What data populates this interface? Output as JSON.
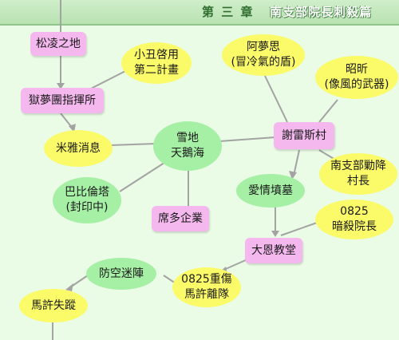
{
  "header": {
    "chapter": "第 三 章",
    "book_title": "南支部院長刺殺篇"
  },
  "nodes": {
    "songling": "松凌之地",
    "chou": [
      "小丑啓用",
      "第二計畫"
    ],
    "amengsi": [
      "阿夢思",
      "(冒冷氣的盾)"
    ],
    "zhaoxin": [
      "昭昕",
      "(像風的武器)"
    ],
    "yumeng": "獄夢團指揮所",
    "miya": "米雅消息",
    "xuedi": [
      "雪地",
      "天鵝海"
    ],
    "xieleisi": "謝雷斯村",
    "nanzhibu": [
      "南支部勦降",
      "村長"
    ],
    "babilun": [
      "巴比倫塔",
      "(封印中)"
    ],
    "aiqing": "愛情墳墓",
    "xiduo": "席多企業",
    "ansha": [
      "0825",
      "暗殺院長"
    ],
    "daen": "大恩教堂",
    "fangkong": "防空迷陣",
    "lidui": [
      "0825重傷",
      "馬許離隊"
    ],
    "shizong": "馬許失蹤"
  }
}
